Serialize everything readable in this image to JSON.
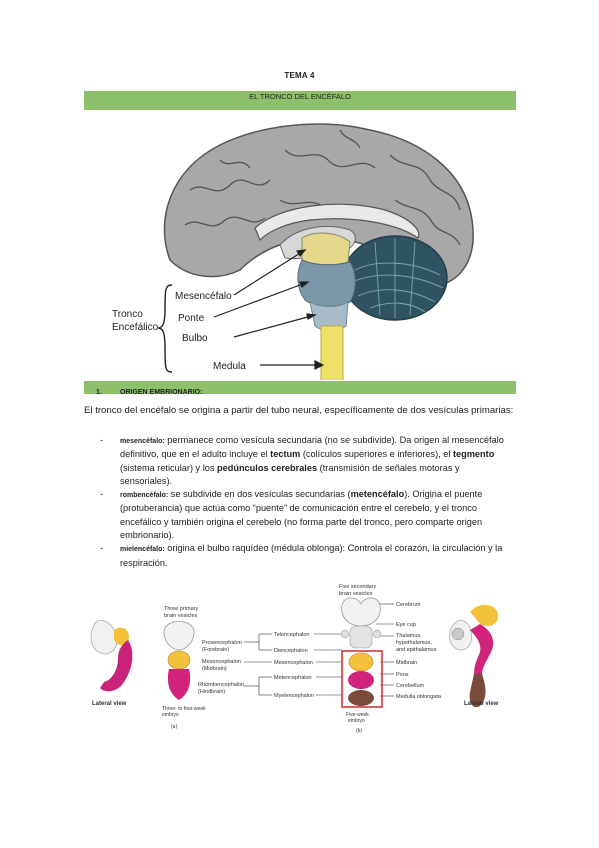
{
  "header": {
    "tema": "TEMA 4",
    "section_title": "EL TRONCO DEL ENCÉFALO"
  },
  "brain_figure": {
    "labels": {
      "mesencefalo": "Mesencéfalo",
      "ponte": "Ponte",
      "bulbo": "Bulbo",
      "medula": "Medula",
      "tronco_1": "Tronco",
      "tronco_2": "Encefálico"
    }
  },
  "section1": {
    "number": "1.",
    "title": "ORIGEN EMBRIONARIO:",
    "intro": "El tronco del encéfalo se origina a partir del tubo neural, específicamente de dos vesículas primarias:",
    "items": [
      {
        "term": "mesencéfalo:",
        "t1": " permanece como vesícula secundaria (no se subdivide). Da origen al mesencéfalo definitivo, que en el adulto incluye el ",
        "b1": "tectum",
        "t2": " (colículos superiores e inferiores), el ",
        "b2": "tegmento",
        "t3": " (sistema reticular) y los ",
        "b3": "pedúnculos cerebrales",
        "t4": " (transmisión de señales motoras y sensoriales)."
      },
      {
        "term": "rombencéfalo:",
        "t1": " se subdivide en dos vesículas secundarias (",
        "b1": "metencéfalo",
        "t2": "). Origina el puente (protuberancia) que actúa como “puente” de comunicación entre el cerebelo, y el tronco encefálico y también origina el cerebelo (no forma parte del tronco, pero comparte origen embrionario)."
      },
      {
        "term": "mielencéfalo:",
        "t1": " origina el bulbo raquídeo (médula oblonga): Controla el corazón, la circulación y la respiración."
      }
    ]
  },
  "embryo_figure": {
    "three_primary_1": "Three primary",
    "three_primary_2": "brain vesicles",
    "five_secondary_1": "Five secondary",
    "five_secondary_2": "brain vesicles",
    "prosencephalon": "Prosencephalon",
    "forebrain": "(Forebrain)",
    "mesencephalon_a": "Mesencephalon",
    "midbrain_a": "(Midbrain)",
    "rhombencephalon": "Rhombencephalon",
    "hindbrain": "(Hindbrain)",
    "telencephalon": "Telencephalon",
    "diencephalon": "Diencephalon",
    "mesencephalon_b": "Mesencephalon",
    "metencephalon": "Metencephalon",
    "myelencephalon": "Myelencephalon",
    "cerebrum": "Cerebrum",
    "eye_cup": "Eye cup",
    "thalamus_1": "Thalamus,",
    "thalamus_2": "hypothalamus,",
    "thalamus_3": "and epithalamus",
    "midbrain_b": "Midbrain",
    "pons": "Pons",
    "cerebellum": "Cerebellum",
    "medulla": "Medulla oblongata",
    "lateral_left": "Lateral view",
    "lateral_right": "Lateral view",
    "age_a_1": "Three- to four-week",
    "age_a_2": "embryo",
    "age_b_1": "Five-week",
    "age_b_2": "embryo",
    "panel_a": "(a)",
    "panel_b": "(b)"
  }
}
